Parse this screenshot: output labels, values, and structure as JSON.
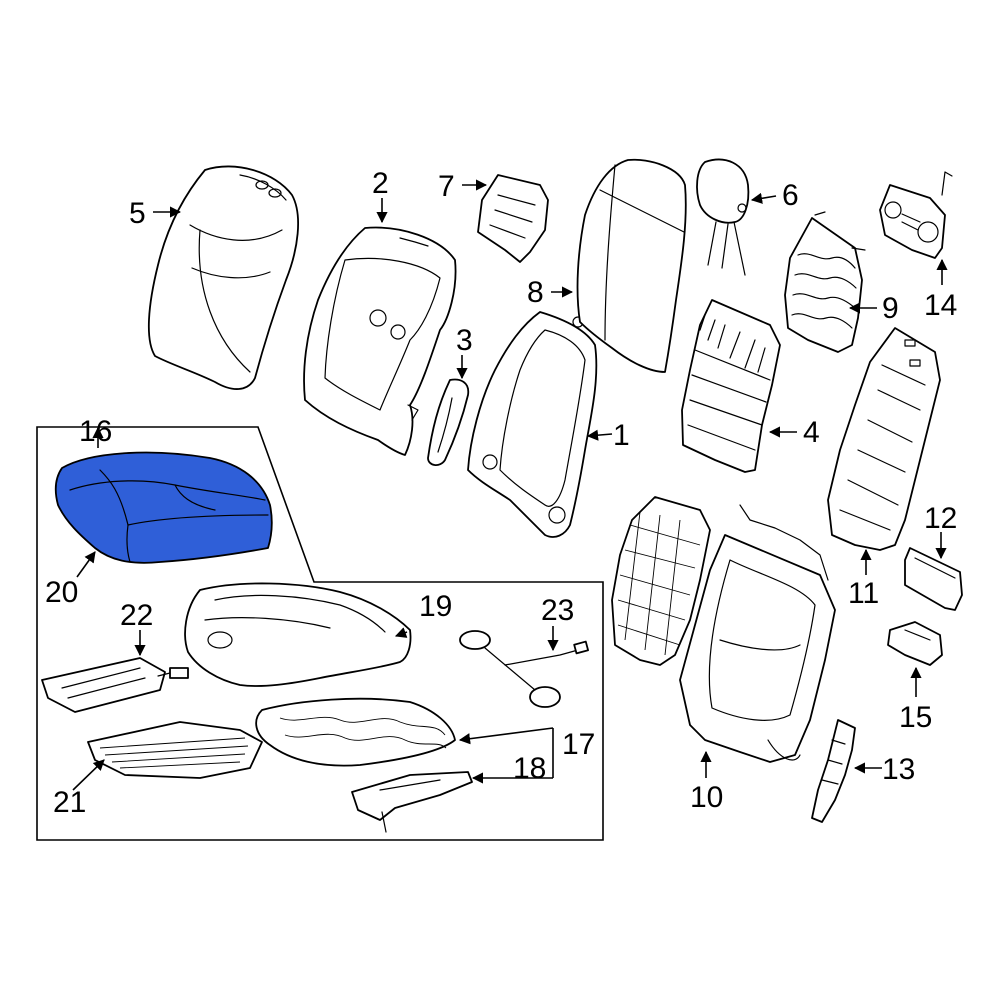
{
  "diagram": {
    "highlight_color": "#2f5fd8",
    "callouts": {
      "c1": "1",
      "c2": "2",
      "c3": "3",
      "c4": "4",
      "c5": "5",
      "c6": "6",
      "c7": "7",
      "c8": "8",
      "c9": "9",
      "c10": "10",
      "c11": "11",
      "c12": "12",
      "c13": "13",
      "c14": "14",
      "c15": "15",
      "c16": "16",
      "c17": "17",
      "c18": "18",
      "c19": "19",
      "c20": "20",
      "c21": "21",
      "c22": "22",
      "c23": "23"
    }
  }
}
